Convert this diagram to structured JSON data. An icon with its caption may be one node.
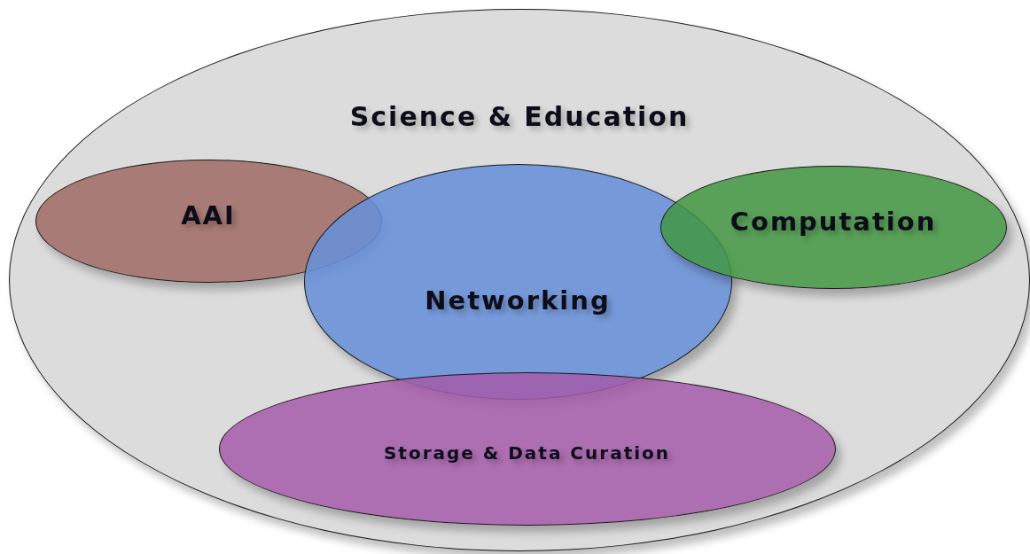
{
  "diagram": {
    "nodes": [
      {
        "text": [
          "Science & Education"
        ]
      },
      {
        "text": [
          "AAI"
        ],
        "in": 0
      },
      {
        "text": [
          "Networking"
        ],
        "in": 0
      },
      {
        "text": [
          "Computation"
        ],
        "in": 0
      },
      {
        "text": [
          "Storage & Data Curation"
        ],
        "in": 0
      }
    ]
  }
}
